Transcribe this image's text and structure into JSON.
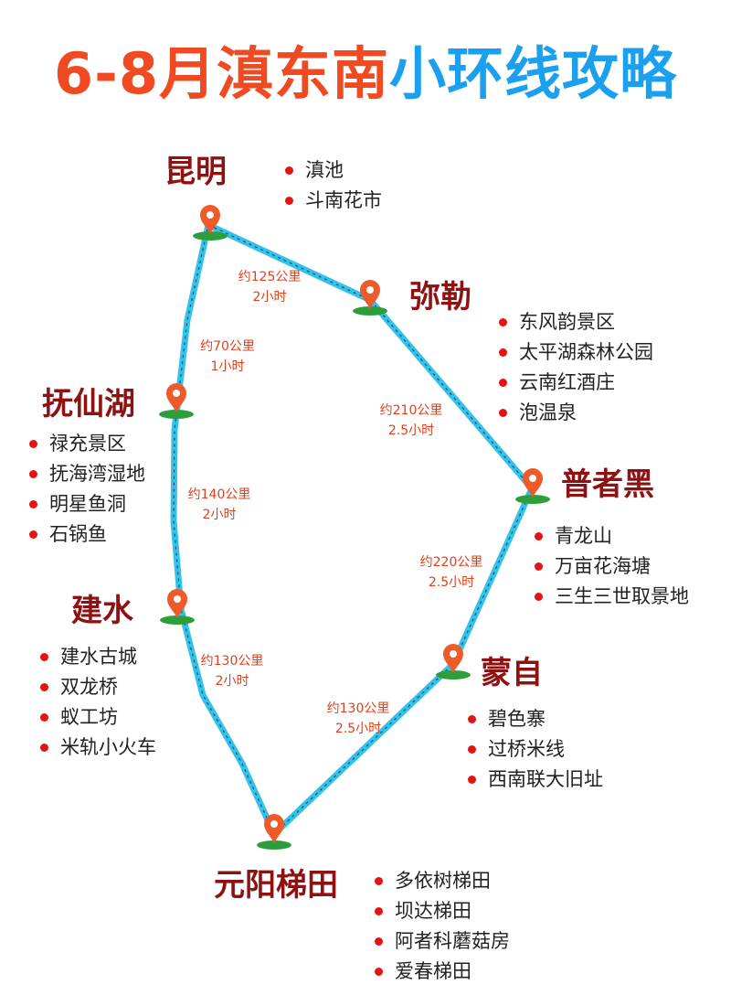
{
  "title": {
    "part1": "6-8月滇东南",
    "part2": "小环线攻略"
  },
  "colors": {
    "title_red": "#f04a23",
    "title_blue": "#1aa0ee",
    "route": "#33c3ea",
    "city": "#8e1212",
    "marker": "#ee5a2a",
    "grass": "#2e9e3a",
    "bullet": "#e51414",
    "distance": "#e0401c"
  },
  "stops": [
    {
      "name": "昆明",
      "spots": [
        "滇池",
        "斗南花市"
      ]
    },
    {
      "name": "弥勒",
      "spots": [
        "东风韵景区",
        "太平湖森林公园",
        "云南红酒庄",
        "泡温泉"
      ]
    },
    {
      "name": "普者黑",
      "spots": [
        "青龙山",
        "万亩花海塘",
        "三生三世取景地"
      ]
    },
    {
      "name": "蒙自",
      "spots": [
        "碧色寨",
        "过桥米线",
        "西南联大旧址"
      ]
    },
    {
      "name": "元阳梯田",
      "spots": [
        "多依树梯田",
        "坝达梯田",
        "阿者科蘑菇房",
        "爱春梯田"
      ]
    },
    {
      "name": "建水",
      "spots": [
        "建水古城",
        "双龙桥",
        "蚁工坊",
        "米轨小火车"
      ]
    },
    {
      "name": "抚仙湖",
      "spots": [
        "禄充景区",
        "抚海湾湿地",
        "明星鱼洞",
        "石锅鱼"
      ]
    }
  ],
  "legs": [
    {
      "distance": "约125公里",
      "time": "2小时"
    },
    {
      "distance": "约210公里",
      "time": "2.5小时"
    },
    {
      "distance": "约220公里",
      "time": "2.5小时"
    },
    {
      "distance": "约130公里",
      "time": "2.5小时"
    },
    {
      "distance": "约130公里",
      "time": "2小时"
    },
    {
      "distance": "约140公里",
      "time": "2小时"
    },
    {
      "distance": "约70公里",
      "time": "1小时"
    }
  ]
}
